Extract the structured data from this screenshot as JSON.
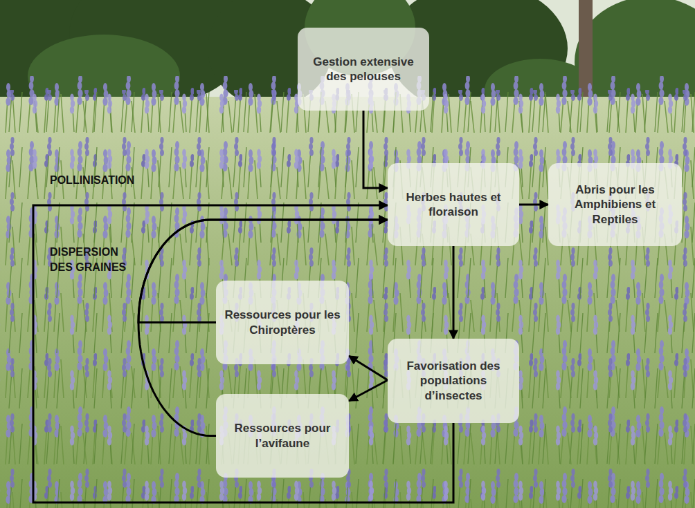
{
  "diagram": {
    "nodes": [
      {
        "text": [
          "Gestion extensive des pelouses"
        ]
      },
      {
        "text": [
          "Herbes hautes et floraison"
        ]
      },
      {
        "text": [
          "Abris pour les Amphibiens et Reptiles"
        ]
      },
      {
        "text": [
          "Ressources pour les Chiroptères"
        ]
      },
      {
        "text": [
          "Favorisation des populations d’insectes"
        ]
      },
      {
        "text": [
          "Ressources pour l’avifaune"
        ]
      }
    ],
    "edges": [
      {
        "from": 0,
        "to": 1,
        "arrow": "to"
      },
      {
        "from": 1,
        "to": 2,
        "arrow": "to"
      },
      {
        "from": 1,
        "to": 4,
        "arrow": "to"
      },
      {
        "from": 4,
        "to": 3,
        "arrow": "to"
      },
      {
        "from": 4,
        "to": 5,
        "arrow": "to"
      },
      {
        "from": 4,
        "to": 1,
        "arrow": "to"
      },
      {
        "from": 3,
        "to": 1,
        "arrow": "to"
      },
      {
        "from": 5,
        "to": 1,
        "arrow": "to"
      }
    ],
    "labels": [
      "POLLINISATION",
      "DISPERSION DES GRAINES"
    ]
  }
}
